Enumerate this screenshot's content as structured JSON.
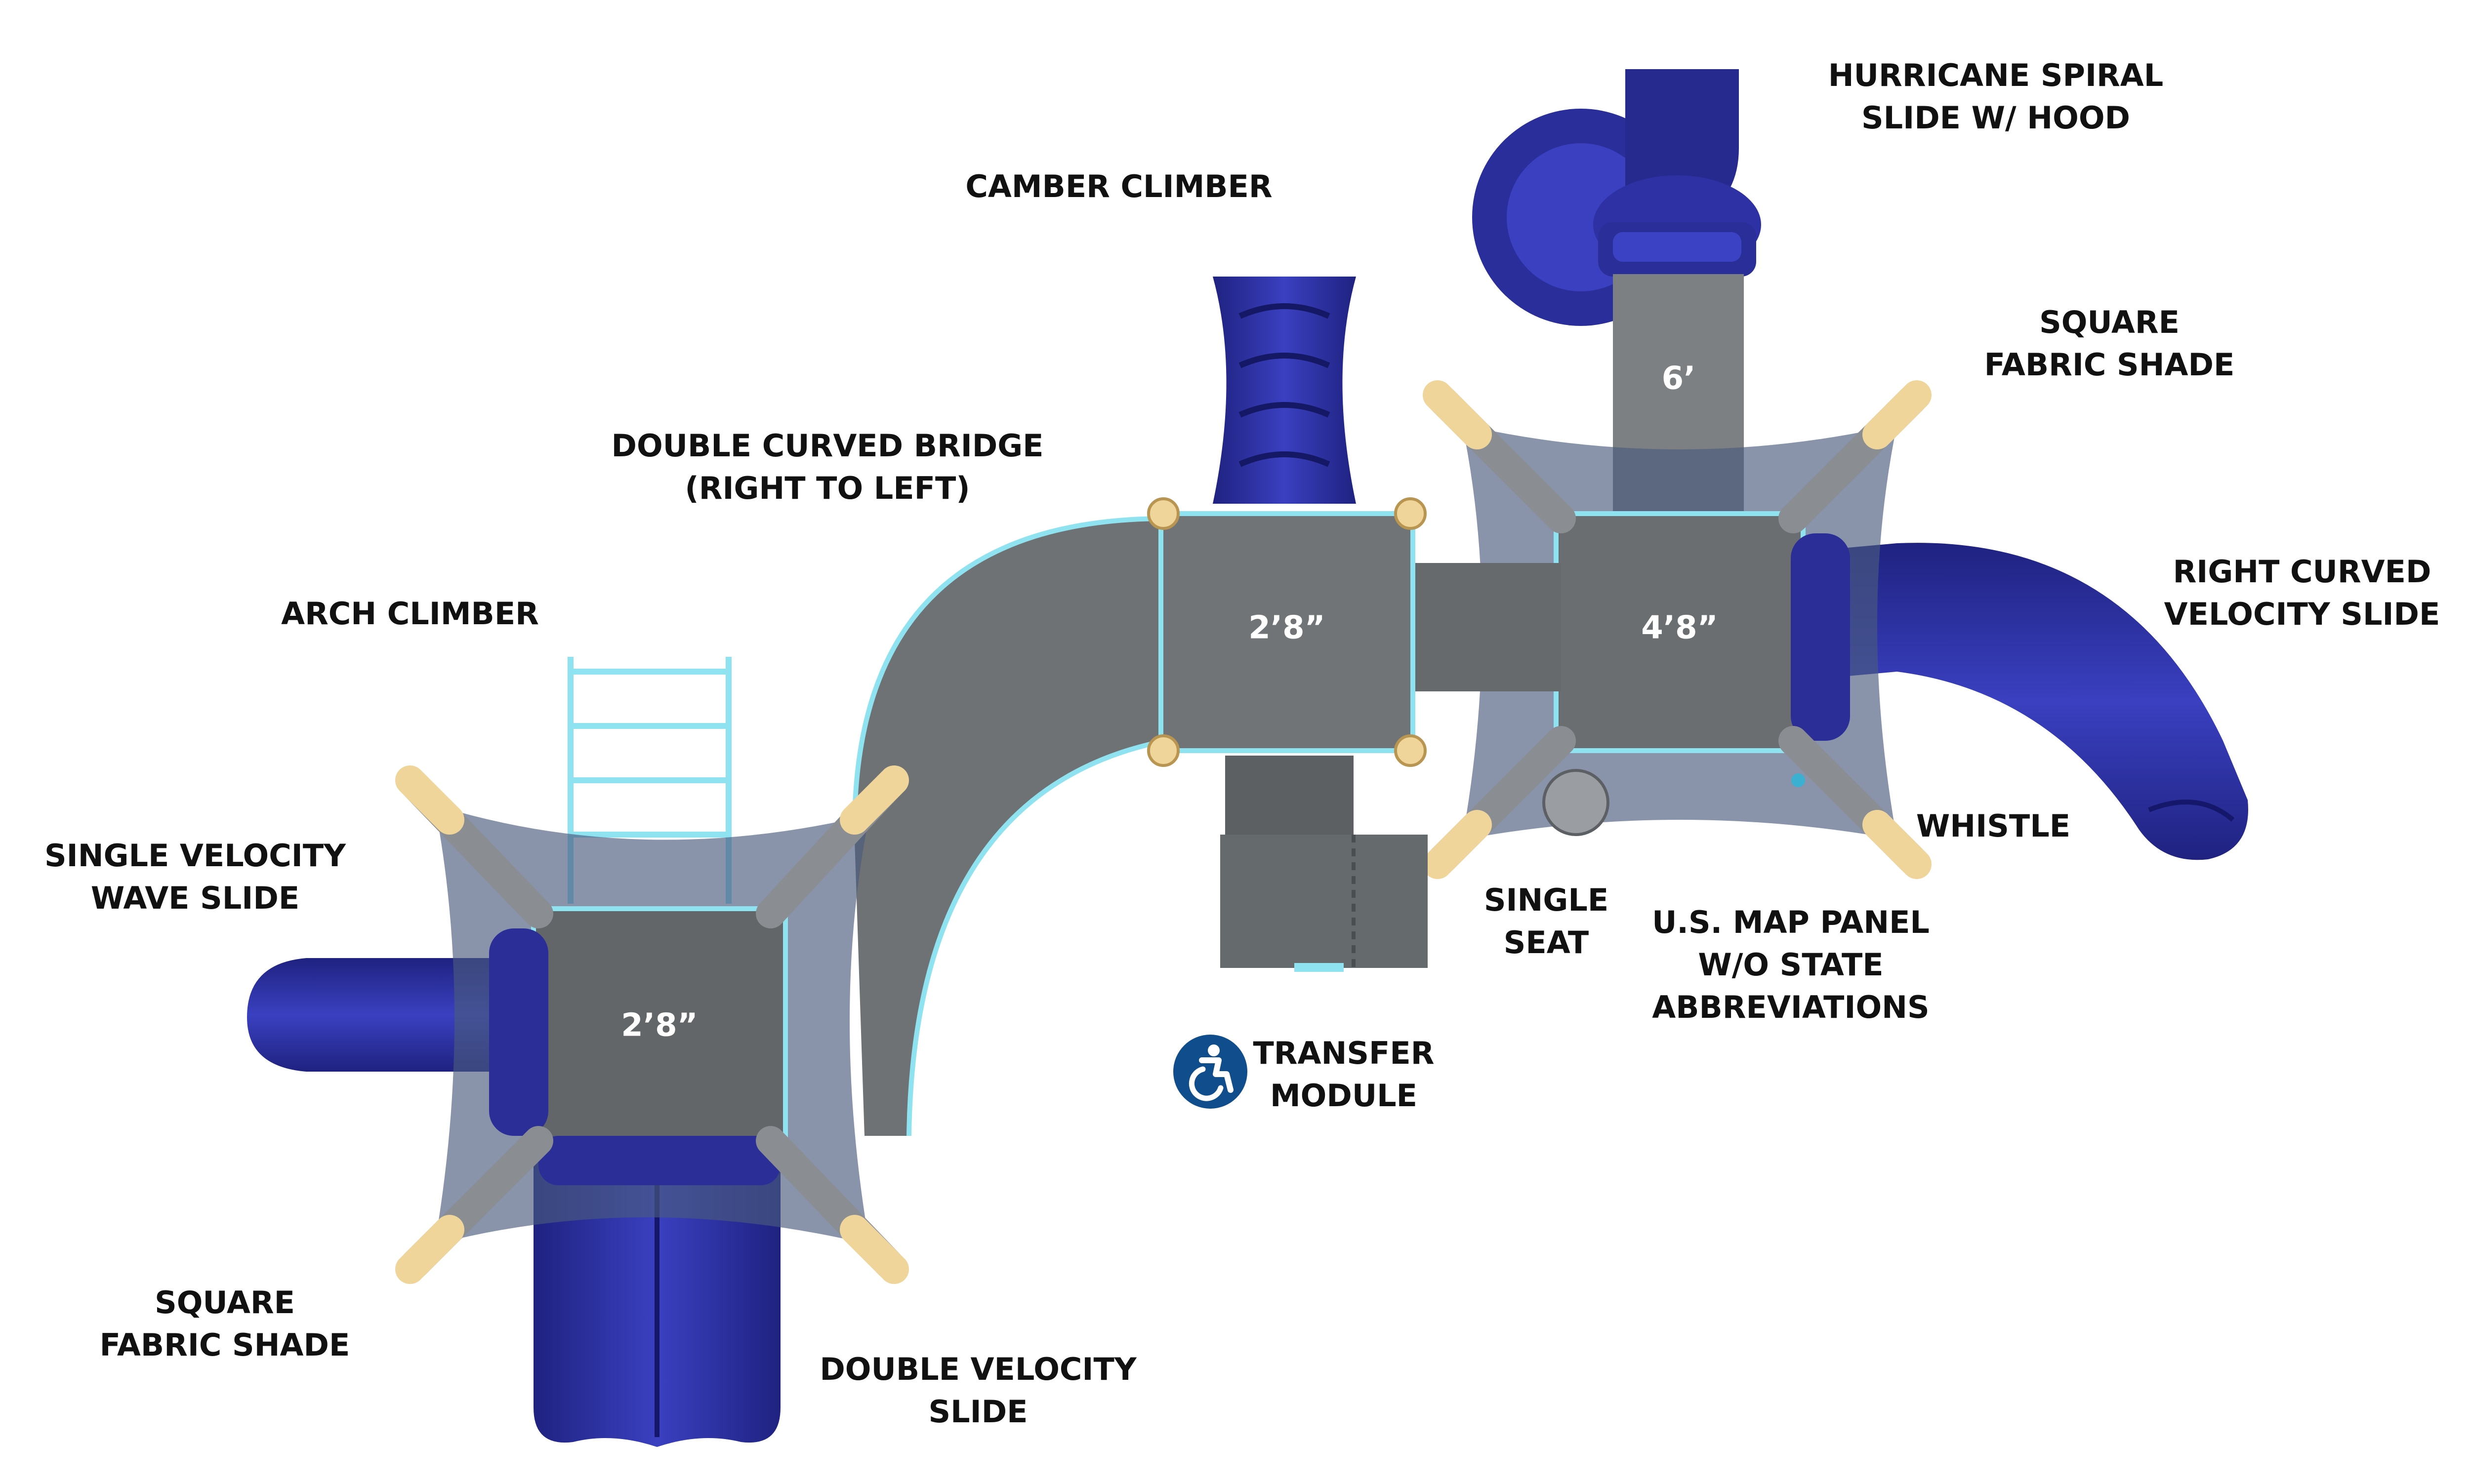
{
  "labels": {
    "hurricane_spiral": [
      "HURRICANE SPIRAL",
      "SLIDE W/ HOOD"
    ],
    "camber_climber": [
      "CAMBER CLIMBER"
    ],
    "square_shade_right": [
      "SQUARE",
      "FABRIC SHADE"
    ],
    "double_curved_bridge": [
      "DOUBLE CURVED BRIDGE",
      "(RIGHT TO LEFT)"
    ],
    "right_curved_velocity": [
      "RIGHT CURVED",
      "VELOCITY SLIDE"
    ],
    "arch_climber": [
      "ARCH CLIMBER"
    ],
    "single_velocity_wave": [
      "SINGLE VELOCITY",
      "WAVE SLIDE"
    ],
    "whistle": [
      "WHISTLE"
    ],
    "single_seat": [
      "SINGLE",
      "SEAT"
    ],
    "us_map_panel": [
      "U.S. MAP PANEL",
      "W/O STATE",
      "ABBREVIATIONS"
    ],
    "transfer_module": [
      "TRANSFER",
      "MODULE"
    ],
    "square_shade_left": [
      "SQUARE",
      "FABRIC SHADE"
    ],
    "double_velocity": [
      "DOUBLE VELOCITY",
      "SLIDE"
    ]
  },
  "dimensions": {
    "deck_top": "6’",
    "deck_middle": "2’8”",
    "deck_right": "4’8”",
    "deck_left": "2’8”"
  },
  "icons": {
    "accessibility": "accessibility-icon"
  },
  "colors": {
    "slide_blue": "#2b2f9e",
    "deck_gray": "#6f7375",
    "shade_fabric": "#5a6b8c",
    "rail_cyan": "#8fe3f0",
    "post_tan": "#f0d59a"
  }
}
